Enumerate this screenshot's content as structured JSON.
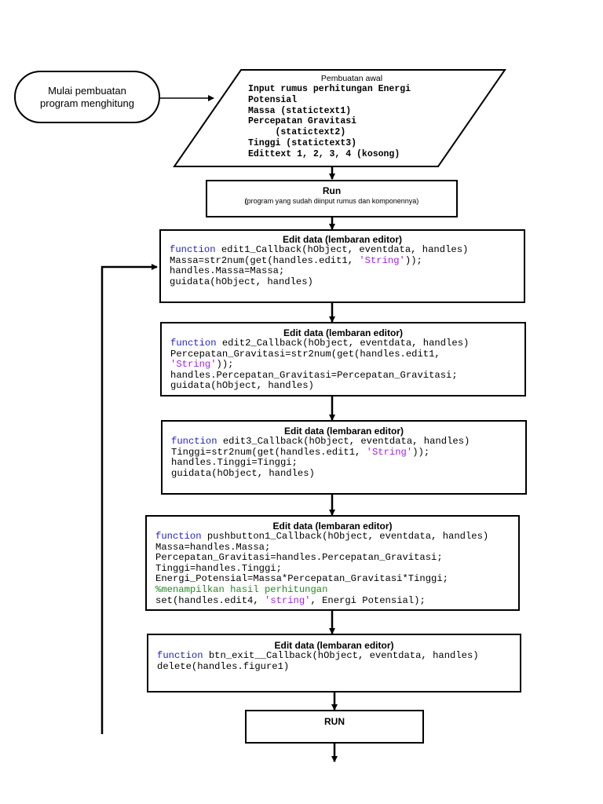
{
  "start": {
    "label": "Mulai pembuatan\nprogram menghitung"
  },
  "input": {
    "title": "Pembuatan awal",
    "lines": [
      "Input rumus perhitungan Energi",
      "Potensial",
      "Massa (statictext1)",
      "Percepatan Gravitasi",
      "     (statictext2)",
      "Tinggi (statictext3)",
      "Edittext 1, 2, 3, 4 (kosong)"
    ]
  },
  "run1": {
    "title": "Run",
    "paren_open": "(",
    "note": "program yang sudah diinput rumus dan komponennya)"
  },
  "edit1": {
    "title": "Edit data (lembaran editor)",
    "kw": "function",
    "l1": " edit1_Callback(hObject, eventdata, handles)",
    "l2a": "Massa=str2num(get(handles.edit1, ",
    "l2s": "'String'",
    "l2b": "));",
    "l3": "handles.Massa=Massa;",
    "l4": "guidata(hObject, handles)"
  },
  "edit2": {
    "title": "Edit data (lembaran editor)",
    "kw": "function",
    "l1": " edit2_Callback(hObject, eventdata, handles)",
    "l2": "Percepatan_Gravitasi=str2num(get(handles.edit1,",
    "l3s": "'String'",
    "l3b": "));",
    "l4": "handles.Percepatan_Gravitasi=Percepatan_Gravitasi;",
    "l5": "guidata(hObject, handles)"
  },
  "edit3": {
    "title": "Edit data (lembaran editor)",
    "kw": "function",
    "l1": " edit3_Callback(hObject, eventdata, handles)",
    "l2a": "Tinggi=str2num(get(handles.edit1, ",
    "l2s": "'String'",
    "l2b": "));",
    "l3": "handles.Tinggi=Tinggi;",
    "l4": "guidata(hObject, handles)"
  },
  "edit4": {
    "title": "Edit data (lembaran editor)",
    "kw": "function",
    "l1": " pushbutton1_Callback(hObject, eventdata, handles)",
    "l2": "Massa=handles.Massa;",
    "l3": "Percepatan_Gravitasi=handles.Percepatan_Gravitasi;",
    "l4": "Tinggi=handles.Tinggi;",
    "l5": "Energi_Potensial=Massa*Percepatan_Gravitasi*Tinggi;",
    "l6": "%menampilkan hasil perhitungan",
    "l7a": "set(handles.edit4, ",
    "l7s": "'string'",
    "l7b": ", Energi Potensial);"
  },
  "edit5": {
    "title": "Edit data (lembaran editor)",
    "kw": "function",
    "l1": " btn_exit__Callback(hObject, eventdata, handles)",
    "l2": "delete(handles.figure1)"
  },
  "run2": {
    "title": "RUN"
  }
}
